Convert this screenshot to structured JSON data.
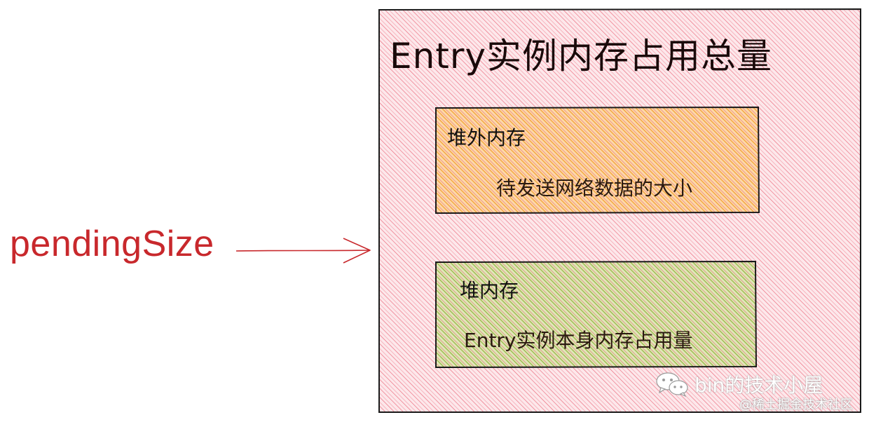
{
  "diagram": {
    "left_label": "pendingSize",
    "outer_box": {
      "title": "Entry实例内存占用总量",
      "fill_color": "#f29aa6",
      "stroke_color": "#1a1a1a"
    },
    "off_heap_box": {
      "title": "堆外内存",
      "description": "待发送网络数据的大小",
      "fill_color": "#f7b45a"
    },
    "heap_box": {
      "title": "堆内存",
      "description": "Entry实例本身内存占用量",
      "fill_color": "#a8bf58"
    },
    "arrow_color": "#c8282c"
  },
  "watermark": {
    "icon": "wechat-icon",
    "text": "bin的技术小屋",
    "source": "@稀土掘金技术社区"
  }
}
